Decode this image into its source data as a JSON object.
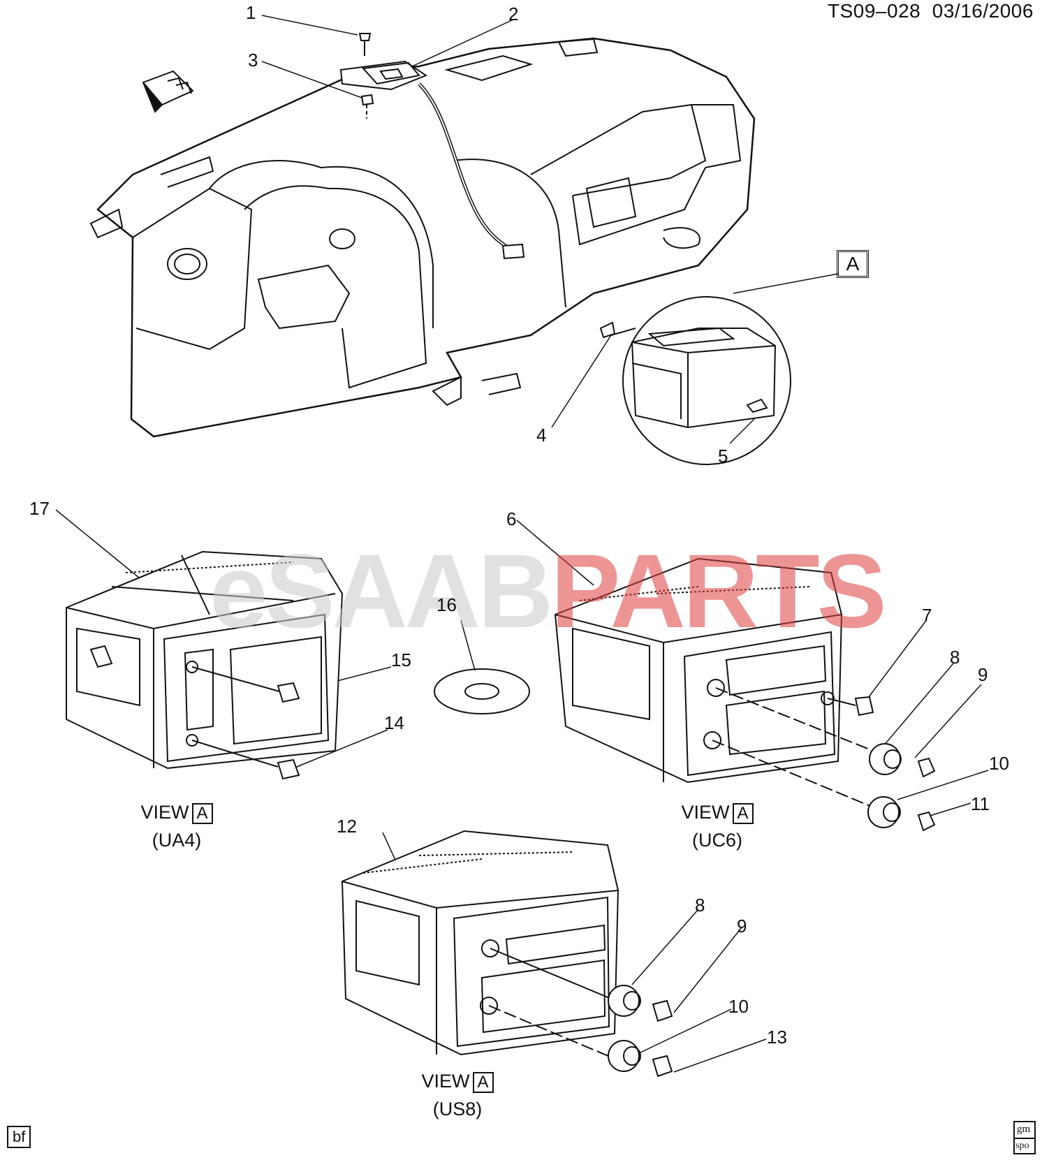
{
  "doc_id": "TS09–028",
  "doc_date": "03/16/2006",
  "watermark": {
    "prefix": "eSAAB",
    "suffix": "PARTS"
  },
  "callout_box_label": "A",
  "part_numbers": [
    "1",
    "2",
    "3",
    "4",
    "5",
    "6",
    "7",
    "8",
    "9",
    "10",
    "11",
    "12",
    "13",
    "14",
    "15",
    "16",
    "17",
    "8",
    "9",
    "10"
  ],
  "views": [
    {
      "label": "VIEW",
      "box": "A",
      "code": "(UA4)"
    },
    {
      "label": "VIEW",
      "box": "A",
      "code": "(UC6)"
    },
    {
      "label": "VIEW",
      "box": "A",
      "code": "(US8)"
    }
  ],
  "footer_left": "bf",
  "footer_right_logo": {
    "top": "gm",
    "bottom": "spo"
  },
  "colors": {
    "line": "#111111",
    "watermark": "#e04040"
  }
}
